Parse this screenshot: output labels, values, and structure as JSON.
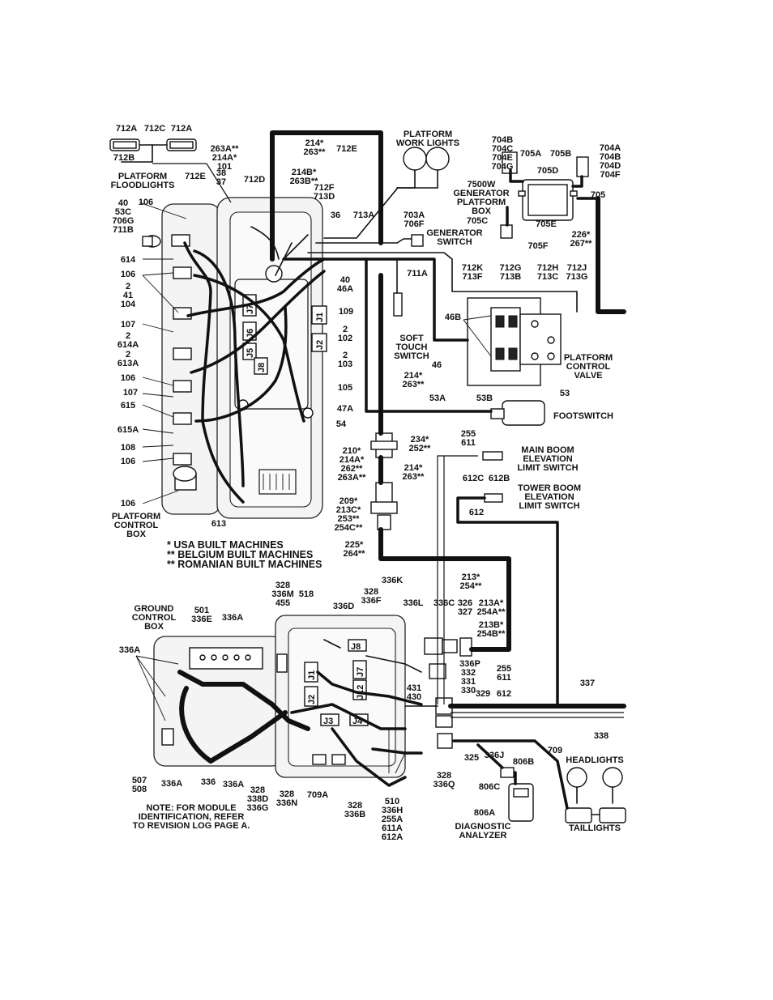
{
  "components": {
    "platform_floodlights": "PLATFORM\nFLOODLIGHTS",
    "platform_work_lights": "PLATFORM\nWORK LIGHTS",
    "generator_box": "7500W\nGENERATOR\nPLATFORM\nBOX",
    "generator_switch": "GENERATOR\nSWITCH",
    "soft_touch_switch": "SOFT\nTOUCH\nSWITCH",
    "platform_control_valve": "PLATFORM\nCONTROL\nVALVE",
    "footswitch": "FOOTSWITCH",
    "main_boom_limit": "MAIN BOOM\nELEVATION\nLIMIT SWITCH",
    "tower_boom_limit": "TOWER BOOM\nELEVATION\nLIMIT SWITCH",
    "platform_control_box": "PLATFORM\nCONTROL\nBOX",
    "ground_control_box": "GROUND\nCONTROL\nBOX",
    "headlights": "HEADLIGHTS",
    "taillights": "TAILLIGHTS",
    "diagnostic_analyzer": "DIAGNOSTIC\nANALYZER"
  },
  "connectors": {
    "j1_top": "J1",
    "j2_top": "J2",
    "j5": "J5",
    "j6": "J6",
    "j7_top": "J7",
    "j8_top": "J8",
    "j1_bottom": "J1",
    "j2_bottom": "J2",
    "j3": "J3",
    "j4": "J4",
    "j7_bottom": "J7",
    "j8_bottom": "J8",
    "j12": "J12"
  },
  "legend": [
    "*  USA BUILT MACHINES",
    "** BELGIUM BUILT MACHINES",
    "** ROMANIAN BUILT MACHINES"
  ],
  "note": "NOTE: FOR MODULE\nIDENTIFICATION, REFER\nTO REVISION LOG PAGE A.",
  "wire_labels": {
    "l01": "712A",
    "l02": "712C",
    "l03": "712A",
    "l04": "712B",
    "l05": "263A**\n214A*\n101",
    "l06": "712E",
    "l07": "214*\n263**",
    "l08": "712E",
    "l09": "38\n37",
    "l10": "712D",
    "l11": "214B*\n263B**",
    "l12": "712F\n713D",
    "l13": "704B\n704C\n704E\n704G",
    "l14": "705A",
    "l15": "705B",
    "l16": "704A\n704B\n704D\n704F",
    "l17": "705D",
    "l18": "705",
    "l19": "705C",
    "l20": "705E",
    "l21": "705F",
    "l22": "226*\n267**",
    "l23": "40\n53C\n706G\n711B",
    "l24": "106",
    "l25": "36",
    "l26": "713A",
    "l27": "703A\n706F",
    "l28": "614",
    "l29": "106",
    "l30": "2\n41\n104",
    "l31": "40\n46A",
    "l32": "711A",
    "l33": "712K\n713F",
    "l34": "712G\n713B",
    "l35": "712H\n713C",
    "l36": "712J\n713G",
    "l37": "109",
    "l38": "107",
    "l39": "2\n614A",
    "l40": "2\n102",
    "l41": "2\n613A",
    "l42": "46B",
    "l43": "2\n103",
    "l44": "106",
    "l45": "105",
    "l46": "46",
    "l47": "107",
    "l48": "214*\n263**",
    "l49": "615",
    "l50": "53A",
    "l51": "53B",
    "l52": "53",
    "l53": "47A",
    "l54": "54",
    "l55": "615A",
    "l56": "255\n611",
    "l57": "234*\n252**",
    "l58": "108",
    "l59": "210*\n214A*\n262**\n263A**",
    "l60": "106",
    "l61": "214*\n263**",
    "l62": "612C",
    "l63": "612B",
    "l64": "106",
    "l65": "209*\n213C*\n253**\n254C**",
    "l66": "612",
    "l67": "613",
    "l68": "225*\n264**",
    "l69": "213*\n254**",
    "l70": "328\n336M\n455",
    "l71": "518",
    "l72": "336D",
    "l73": "328\n336F",
    "l74": "336K",
    "l75": "336L",
    "l76": "336C",
    "l77": "326\n327",
    "l78": "213A*\n254A**",
    "l79": "213B*\n254B**",
    "l80": "501\n336E",
    "l81": "336A",
    "l82": "336A",
    "l83": "336P",
    "l84": "332\n331\n330",
    "l85": "255\n611",
    "l86": "431\n430",
    "l87": "329",
    "l88": "612",
    "l89": "337",
    "l90": "338",
    "l91": "325",
    "l92": "336J",
    "l93": "806B",
    "l94": "709",
    "l95": "806C",
    "l96": "507\n508",
    "l97": "336A",
    "l98": "336",
    "l99": "336A",
    "l100": "328\n338D\n336G",
    "l101": "328\n336N",
    "l102": "709A",
    "l103": "328\n336B",
    "l104": "510\n336H\n255A\n611A\n612A",
    "l105": "328\n336Q",
    "l106": "806A"
  }
}
